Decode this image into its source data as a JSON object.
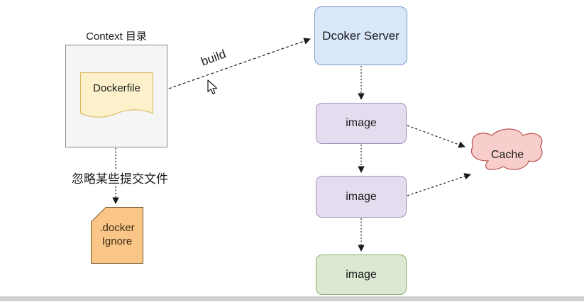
{
  "diagram": {
    "context": {
      "title": "Context 目录",
      "dockerfile_label": "Dockerfile"
    },
    "build_arrow_label": "build",
    "server_label": "Dcoker Server",
    "images": [
      {
        "label": "image"
      },
      {
        "label": "image"
      },
      {
        "label": "image"
      }
    ],
    "cache_label": "Cache",
    "ignore": {
      "caption": "忽略某些提交文件",
      "line1": ".docker",
      "line2": "Ignore"
    }
  },
  "colors": {
    "server_fill": "#d9e7fb",
    "server_border": "#7d9cc9",
    "image_fill": "#e5ddef",
    "image_border": "#a091b8",
    "final_image_fill": "#dbe9d3",
    "final_image_border": "#8ab16c",
    "cache_fill": "#f8cecc",
    "cache_border": "#b85450",
    "dockerfile_fill": "#fcf1cb",
    "dockerfile_border": "#d6b656",
    "ignore_fill": "#fac687",
    "ignore_border": "#7a5c33",
    "context_fill": "#f5f5f5",
    "context_border": "#878787",
    "connector": "#1a1a1a",
    "bottom_bar": "#d1d1d1"
  }
}
